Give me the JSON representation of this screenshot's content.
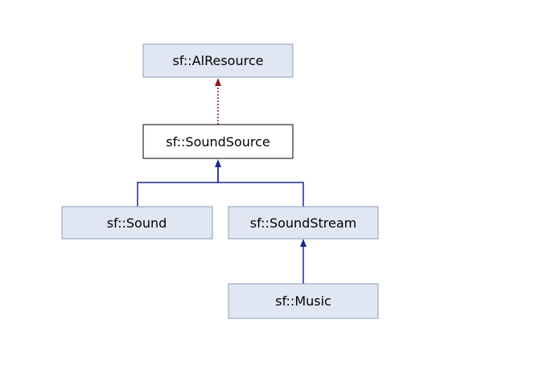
{
  "diagram": {
    "nodes": {
      "airesource": "sf::AlResource",
      "soundsource": "sf::SoundSource",
      "sound": "sf::Sound",
      "soundstream": "sf::SoundStream",
      "music": "sf::Music"
    },
    "colors": {
      "node_fill": "#e0e7f3",
      "node_stroke": "#8e9db8",
      "current_node_fill": "#ffffff",
      "inheritance_edge": "#1a2a8f",
      "dependency_edge": "#8b1a1a"
    }
  }
}
